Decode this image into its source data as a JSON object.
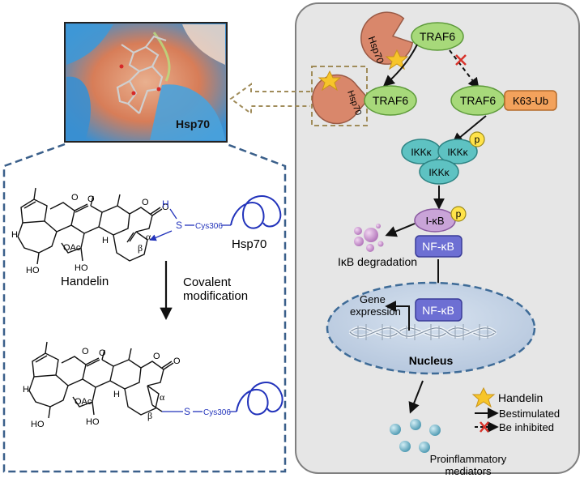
{
  "colors": {
    "panel_bg": "#e6e6e6",
    "panel_border": "#7f7f7f",
    "traf6_fill": "#a7d97a",
    "traf6_stroke": "#5d9a3a",
    "hsp70_fill": "#d9876b",
    "k63_fill": "#f3a25c",
    "ikk_fill": "#5ec2c2",
    "ikb_fill": "#c9a4d8",
    "nfkb_fill": "#6d6fd3",
    "p_badge": "#ffe34a",
    "star": "#f7c52a",
    "nucleus_fill": "#c3d2e4",
    "nucleus_border": "#3e6b97",
    "blue_dash": "#3a5f8a",
    "mediator": "#6fb4c9",
    "degradation": "#c28bc8",
    "inhibit_x": "#d8332b",
    "chem_blue": "#2233bb"
  },
  "molecular_view": {
    "label": "Hsp70"
  },
  "pathway": {
    "hsp70_top": "Hsp70",
    "traf6_top": "TRAF6",
    "hsp70_complex": "Hsp70",
    "traf6_complex": "TRAF6",
    "traf6_ub": "TRAF6",
    "k63_ub": "K63-Ub",
    "ikk_1": "IKKκ",
    "ikk_2": "IKKκ",
    "ikk_3": "IKKκ",
    "p_ikk": "p",
    "ikb": "I-κB",
    "p_ikb": "p",
    "nfkb_cyto": "NF-κB",
    "ikb_degradation": "IκB degradation",
    "gene_expression_1": "Gene",
    "gene_expression_2": "expression",
    "nfkb_nuc": "NF-κB",
    "nucleus": "Nucleus",
    "proinflammatory_1": "Proinflammatory",
    "proinflammatory_2": "mediators"
  },
  "legend": {
    "handelin": "Handelin",
    "stimulated": "Bestimulated",
    "inhibited": "Be inhibited"
  },
  "chemistry": {
    "handelin_label": "Handelin",
    "step_line1": "Covalent",
    "step_line2": "modification",
    "hsp70_label": "Hsp70",
    "cys_label": "Cys306",
    "cys_label_product": "Cys306",
    "s_label": "S",
    "s_label_product": "S",
    "h_label": "H",
    "oac_top": "OAc",
    "oac_bottom": "OAc",
    "ho_top_1": "HO",
    "ho_top_2": "HO",
    "ho_bottom_1": "HO",
    "ho_bottom_2": "HO",
    "h_top_1": "H",
    "h_top_2": "H",
    "h_bot_1": "H",
    "h_bot_2": "H",
    "o_top_1": "O",
    "o_top_2": "O",
    "o_top_3": "O",
    "o_top_4": "O",
    "o_bot_1": "O",
    "o_bot_2": "O",
    "o_bot_3": "O",
    "o_bot_4": "O",
    "alpha_top": "α",
    "beta_top": "β",
    "alpha_bot": "α",
    "beta_bot": "β"
  }
}
